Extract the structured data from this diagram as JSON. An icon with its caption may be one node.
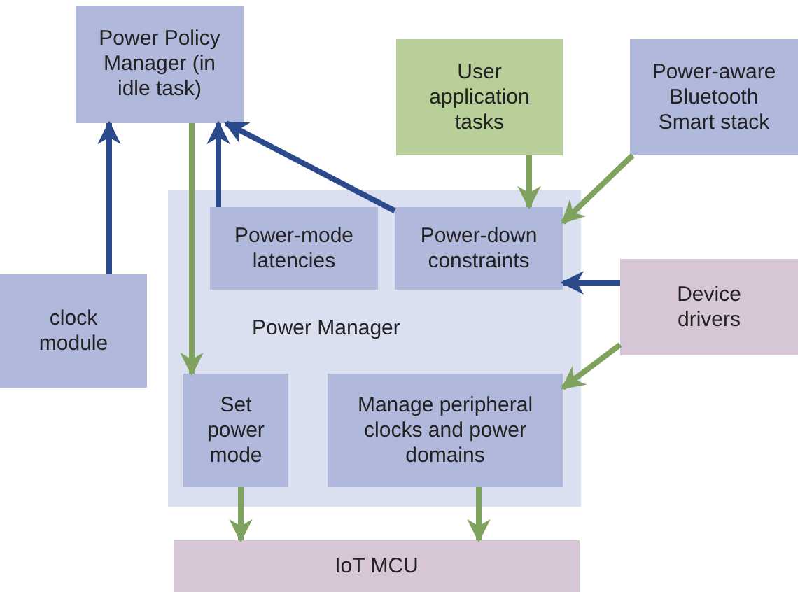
{
  "diagram": {
    "nodes": [
      {
        "text": [
          "Power Policy Manager (in idle task)"
        ]
      },
      {
        "text": [
          "User application tasks"
        ]
      },
      {
        "text": [
          "Power-aware Bluetooth Smart stack"
        ]
      },
      {
        "text": [
          "Power Manager"
        ]
      },
      {
        "text": [
          "Power-mode latencies"
        ],
        "in": 3
      },
      {
        "text": [
          "Power-down constraints"
        ],
        "in": 3
      },
      {
        "text": [
          "clock module"
        ]
      },
      {
        "text": [
          "Device drivers"
        ]
      },
      {
        "text": [
          "Set power mode"
        ],
        "in": 3
      },
      {
        "text": [
          "Manage peripheral clocks and power domains"
        ],
        "in": 3
      },
      {
        "text": [
          "IoT MCU"
        ]
      }
    ],
    "edges": [
      {
        "from": 6,
        "to": 0,
        "arrow": "to",
        "color": "#2b4a8b"
      },
      {
        "from": 0,
        "to": 8,
        "arrow": "to"
      },
      {
        "from": 4,
        "to": 0,
        "arrow": "to",
        "color": "#2b4a8b"
      },
      {
        "from": 5,
        "to": 0,
        "arrow": "to",
        "color": "#2b4a8b"
      },
      {
        "from": 1,
        "to": 5,
        "arrow": "to"
      },
      {
        "from": 2,
        "to": 5,
        "arrow": "to"
      },
      {
        "from": 7,
        "to": 5,
        "arrow": "to",
        "color": "#2b4a8b"
      },
      {
        "from": 7,
        "to": 9,
        "arrow": "to"
      },
      {
        "from": 8,
        "to": 10,
        "arrow": "to"
      },
      {
        "from": 9,
        "to": 10,
        "arrow": "to"
      }
    ]
  }
}
